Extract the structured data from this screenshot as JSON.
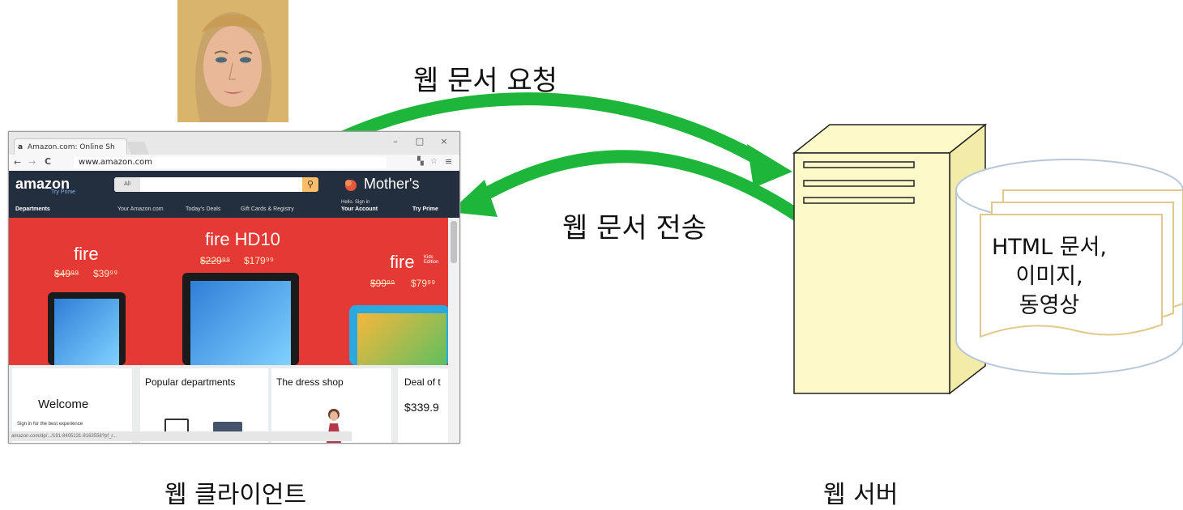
{
  "labels": {
    "request": "웹 문서 요청",
    "response": "웹 문서 전송",
    "client": "웹 클라이언트",
    "server": "웹 서버",
    "db_line1": "HTML 문서,",
    "db_line2": "이미지,",
    "db_line3": "동영상"
  },
  "browser": {
    "tab_title": "Amazon.com: Online Sh",
    "url": "www.amazon.com",
    "logo": "amazon",
    "logo_sub": "Try Prime",
    "search_category": "All",
    "promo": "Mother's",
    "nav_departments": "Departments",
    "nav_your_amazon": "Your Amazon.com",
    "nav_deals": "Today's Deals",
    "nav_gift": "Gift Cards & Registry",
    "nav_hello": "Hello. Sign in",
    "nav_account": "Your Account",
    "nav_prime": "Try Prime",
    "hero_left_title": "fire",
    "hero_left_old": "$49⁹⁹",
    "hero_left_new": "$39⁹⁹",
    "hero_mid_title": "fire HD10",
    "hero_mid_old": "$229⁹⁹",
    "hero_mid_new": "$179⁹⁹",
    "hero_right_title": "fire",
    "hero_right_sub": "Kids Edition",
    "hero_right_old": "$99⁹⁹",
    "hero_right_new": "$79⁹⁹",
    "card_welcome": "Welcome",
    "card_welcome_sub": "Sign in for the best experience",
    "card_popular": "Popular departments",
    "card_dress": "The dress shop",
    "card_deal": "Deal of t",
    "card_deal_price": "$339.9",
    "status_text": "amazon.com/dp/.../191-8405131-8163558?pf_r..."
  },
  "colors": {
    "arrow": "#1db53a",
    "server_fill": "#fdf9c8",
    "db_stroke": "#b8c7d9",
    "doc_stroke": "#e0c98a",
    "amazon_dark": "#232f3e",
    "hero_red": "#e53935"
  }
}
